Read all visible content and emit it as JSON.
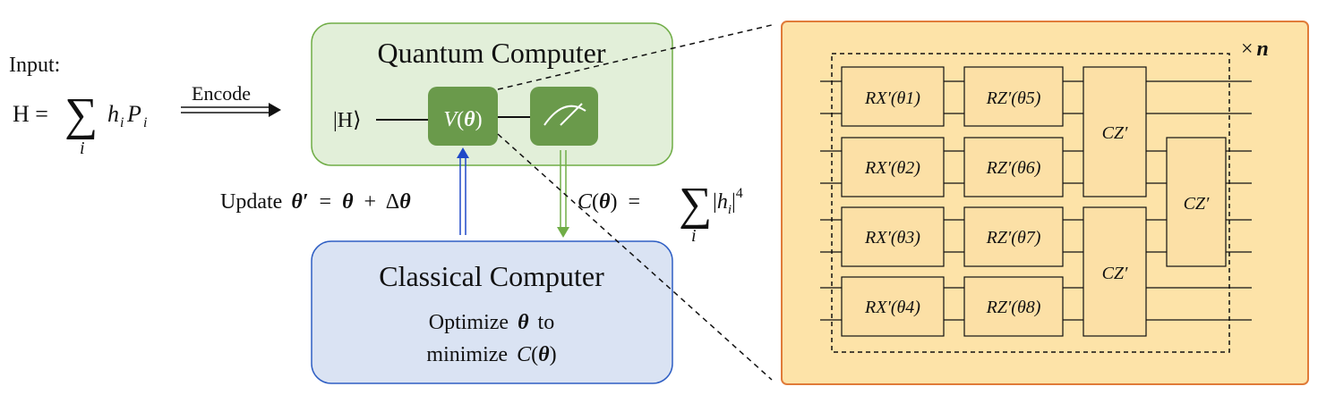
{
  "input": {
    "label": "Input:",
    "formula_lhs": "H =",
    "sum": "∑",
    "sum_index": "i",
    "h": "h",
    "h_sub": "i",
    "p": "P",
    "p_sub": "i"
  },
  "encode_label": "Encode",
  "quantum": {
    "title": "Quantum Computer",
    "ket": "|H⟩",
    "gate_v": "V",
    "gate_v_theta": "θ",
    "measure_icon": "measurement-meter-icon"
  },
  "classical": {
    "title": "Classical Computer",
    "line1_a": "Optimize",
    "line1_theta": "θ",
    "line1_b": "to",
    "line2_a": "minimize",
    "line2_c": "C",
    "line2_theta": "θ"
  },
  "update": {
    "prefix": "Update",
    "theta_prime": "θ′",
    "eq": "=",
    "theta": "θ",
    "plus": "+",
    "delta": "Δ",
    "theta2": "θ"
  },
  "cost": {
    "c": "C",
    "theta": "θ",
    "eq": "=",
    "sum": "∑",
    "sum_index": "i",
    "h": "h",
    "h_sub": "i",
    "power": "4"
  },
  "circuit": {
    "repeat_times": "×",
    "repeat_n": "n",
    "rx_gates": [
      "RX′(θ1)",
      "RX′(θ2)",
      "RX′(θ3)",
      "RX′(θ4)"
    ],
    "rz_gates": [
      "RZ′(θ5)",
      "RZ′(θ6)",
      "RZ′(θ7)",
      "RZ′(θ8)"
    ],
    "cz_top": "CZ′",
    "cz_bottom": "CZ′",
    "cz_mid": "CZ′"
  },
  "colors": {
    "quantum_fill": "#e2efd9",
    "quantum_stroke": "#70ad47",
    "gate_fill": "#6a9a4b",
    "classical_fill": "#dae3f3",
    "classical_stroke": "#2f5fc4",
    "circuit_bg": "#fde3a8",
    "circuit_stroke": "#e07b39",
    "gate_box": "#fce0a6",
    "update_arrow": "#1f48c8",
    "cost_arrow": "#70ad47"
  }
}
